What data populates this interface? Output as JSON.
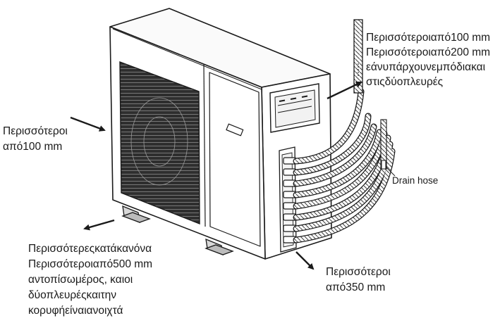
{
  "labels": {
    "right_top": [
      "Περισσότεροιαπό100 mm",
      "Περισσότεροιαπό200 mm",
      "εάνυπάρχουνεμπόδιακαι",
      "στιςδύοπλευρές"
    ],
    "left": [
      "Περισσότεροι",
      "από100 mm"
    ],
    "drain": "Drain hose",
    "bottom_left": [
      "Περισσότερεςκατάκανόνα",
      "Περισσότεροιαπό500 mm",
      "αντοπίσωμέρος, καιοι",
      "δύοπλευρέςκαιτην",
      "κορυφήείναιανοιχτά"
    ],
    "bottom_right": [
      "Περισσότεροι",
      "από350 mm"
    ]
  },
  "colors": {
    "line": "#1a1a1a",
    "fan_grille": "#3a3a3a",
    "background": "#ffffff"
  },
  "icons": [
    "outdoor-unit",
    "fan-grille",
    "control-panel",
    "service-valves",
    "refrigerant-pipes",
    "drain-hose",
    "clearance-arrows"
  ]
}
